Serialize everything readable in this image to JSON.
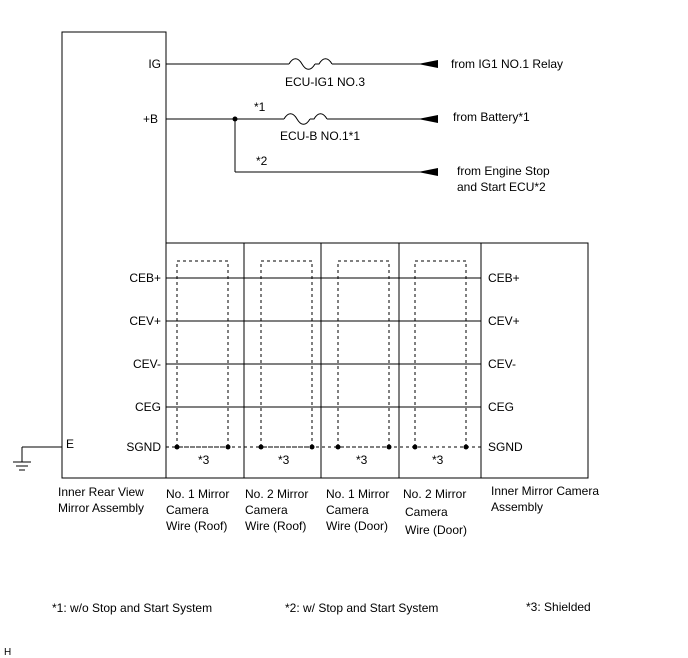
{
  "components": {
    "left_module": [
      "Inner Rear View",
      "Mirror Assembly"
    ],
    "right_module": [
      "Inner Mirror Camera",
      "Assembly"
    ],
    "wires": [
      [
        "No. 1 Mirror",
        "Camera",
        "Wire (Roof)"
      ],
      [
        "No. 2 Mirror",
        "Camera",
        "Wire (Roof)"
      ],
      [
        "No. 1 Mirror",
        "Camera",
        "Wire (Door)"
      ],
      [
        "No. 2 Mirror",
        "Camera",
        "Wire (Door)"
      ]
    ]
  },
  "power": {
    "ig_pin": "IG",
    "b_pin": "+B",
    "fuse_ig": "ECU-IG1 NO.3",
    "fuse_b": "ECU-B NO.1*1",
    "note1": "*1",
    "note2": "*2",
    "from_ig": "from IG1 NO.1 Relay",
    "from_battery": "from Battery*1",
    "from_engine": [
      "from Engine Stop",
      "and Start ECU*2"
    ]
  },
  "signals": {
    "left_pins": [
      "CEB+",
      "CEV+",
      "CEV-",
      "CEG",
      "SGND"
    ],
    "right_pins": [
      "CEB+",
      "CEV+",
      "CEV-",
      "CEG",
      "SGND"
    ],
    "ground_pin": "E",
    "shield_marks": [
      "*3",
      "*3",
      "*3",
      "*3"
    ]
  },
  "legend": {
    "note1": "*1: w/o Stop and Start System",
    "note2": "*2: w/ Stop and Start System",
    "note3": "*3: Shielded"
  },
  "corner_mark": "H"
}
